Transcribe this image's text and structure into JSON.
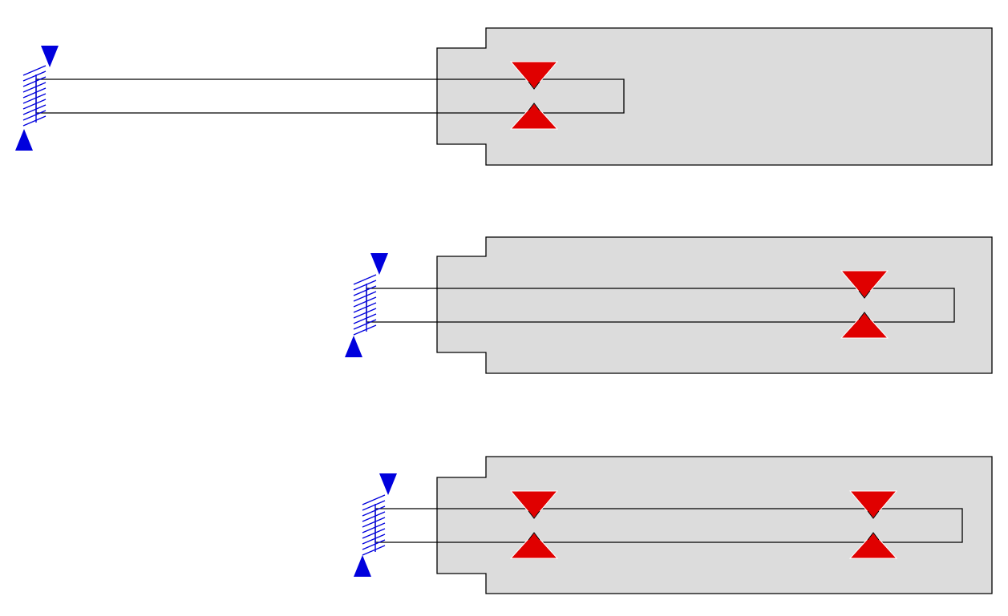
{
  "diagram": {
    "colors": {
      "background": "#ffffff",
      "housing_fill": "#dcdcdc",
      "outline": "#000000",
      "clamp": "#0000dd",
      "contact": "#e00000"
    },
    "icons": {
      "clamp": "fixed-clamp-icon",
      "clamp_arrow": "triangle-arrow-icon",
      "contact": "triangle-contact-icon"
    },
    "panels": [
      {
        "id": "panel-1",
        "housing_visible": true,
        "bar_visible": true,
        "contact_count": 1
      },
      {
        "id": "panel-2",
        "housing_visible": true,
        "bar_visible": true,
        "contact_count": 1
      },
      {
        "id": "panel-3",
        "housing_visible": true,
        "bar_visible": true,
        "contact_count": 2
      }
    ]
  }
}
